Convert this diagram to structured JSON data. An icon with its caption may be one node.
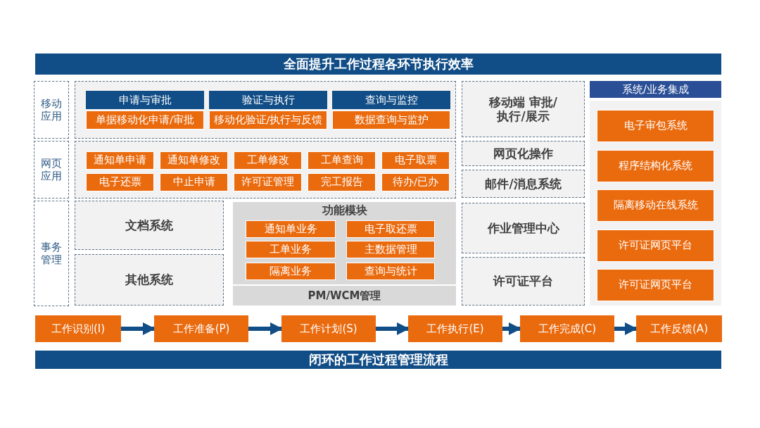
{
  "diagram": {
    "nodes": [
      {
        "text": [
          "全面提升工作过程各环节执行效率"
        ]
      },
      {
        "text": [
          "移动应用"
        ]
      },
      {
        "text": [],
        "shape": "box"
      },
      {
        "text": [
          "申请与审批"
        ],
        "in": 2
      },
      {
        "text": [
          "单据移动化申请/审批"
        ],
        "in": 2
      },
      {
        "text": [
          "验证与执行"
        ],
        "in": 2
      },
      {
        "text": [
          "移动化验证/执行与反馈"
        ],
        "in": 2
      },
      {
        "text": [
          "查询与监控"
        ],
        "in": 2
      },
      {
        "text": [
          "数据查询与监护"
        ],
        "in": 2
      },
      {
        "text": [
          "网页应用"
        ]
      },
      {
        "text": [],
        "shape": "box"
      },
      {
        "text": [
          "通知单申请"
        ],
        "in": 10
      },
      {
        "text": [
          "通知单修改"
        ],
        "in": 10
      },
      {
        "text": [
          "工单修改"
        ],
        "in": 10
      },
      {
        "text": [
          "工单查询"
        ],
        "in": 10
      },
      {
        "text": [
          "电子取票"
        ],
        "in": 10
      },
      {
        "text": [
          "电子还票"
        ],
        "in": 10
      },
      {
        "text": [
          "中止申请"
        ],
        "in": 10
      },
      {
        "text": [
          "许可证管理"
        ],
        "in": 10
      },
      {
        "text": [
          "完工报告"
        ],
        "in": 10
      },
      {
        "text": [
          "待办/已办"
        ],
        "in": 10
      },
      {
        "text": [
          "事务管理"
        ]
      },
      {
        "text": [
          "文档系统"
        ]
      },
      {
        "text": [
          "其他系统"
        ]
      },
      {
        "text": [
          "功能模块"
        ]
      },
      {
        "text": [
          "通知单业务"
        ],
        "in": 24
      },
      {
        "text": [
          "电子取还票"
        ],
        "in": 24
      },
      {
        "text": [
          "工单业务"
        ],
        "in": 24
      },
      {
        "text": [
          "主数据管理"
        ],
        "in": 24
      },
      {
        "text": [
          "隔离业务"
        ],
        "in": 24
      },
      {
        "text": [
          "查询与统计"
        ],
        "in": 24
      },
      {
        "text": [
          "PM/WCM管理"
        ]
      },
      {
        "text": [
          "移动端 审批/执行/展示"
        ]
      },
      {
        "text": [
          "网页化操作"
        ]
      },
      {
        "text": [
          "邮件/消息系统"
        ]
      },
      {
        "text": [
          "作业管理中心"
        ]
      },
      {
        "text": [
          "许可证平台"
        ]
      },
      {
        "text": [
          "系统/业务集成"
        ]
      },
      {
        "text": [
          "电子审包系统"
        ],
        "in": 37
      },
      {
        "text": [
          "程序结构化系统"
        ],
        "in": 37
      },
      {
        "text": [
          "隔离移动在线系统"
        ],
        "in": 37
      },
      {
        "text": [
          "许可证网页平台"
        ],
        "in": 37
      },
      {
        "text": [
          "许可证网页平台"
        ],
        "in": 37
      },
      {
        "text": [
          "工作识别(I)"
        ]
      },
      {
        "text": [
          "工作准备(P)"
        ]
      },
      {
        "text": [
          "工作计划(S)"
        ]
      },
      {
        "text": [
          "工作执行(E)"
        ]
      },
      {
        "text": [
          "工作完成(C)"
        ]
      },
      {
        "text": [
          "工作反馈(A)"
        ]
      },
      {
        "text": [
          "闭环的工作过程管理流程"
        ]
      }
    ],
    "edges": [
      {
        "from": 43,
        "to": 44,
        "arrow": "to"
      },
      {
        "from": 44,
        "to": 45,
        "arrow": "to"
      },
      {
        "from": 45,
        "to": 46,
        "arrow": "to"
      },
      {
        "from": 46,
        "to": 47,
        "arrow": "to"
      },
      {
        "from": 47,
        "to": 48,
        "arrow": "to"
      }
    ]
  }
}
